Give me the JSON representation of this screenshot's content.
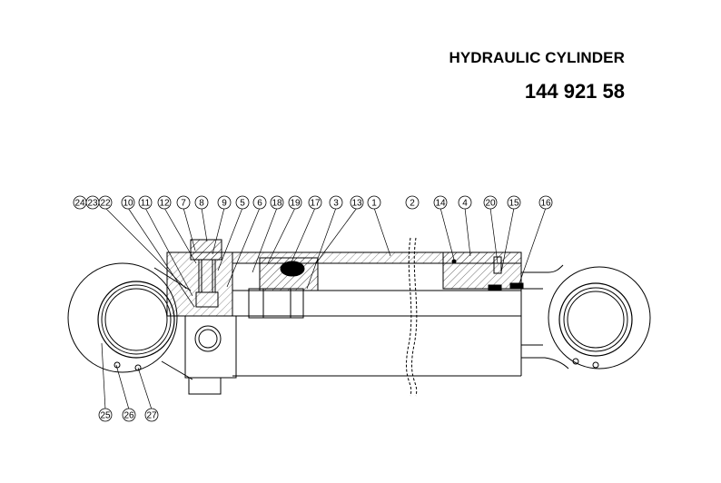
{
  "header": {
    "title": "HYDRAULIC CYLINDER",
    "part_number": "144 921 58"
  },
  "callouts_top": [
    "24",
    "23",
    "22",
    "10",
    "11",
    "12",
    "7",
    "8",
    "9",
    "5",
    "6",
    "18",
    "19",
    "17",
    "3",
    "13",
    "1",
    "2",
    "14",
    "4",
    "20",
    "15",
    "16"
  ],
  "callouts_bottom": [
    "25",
    "26",
    "27"
  ],
  "colors": {
    "line": "#000000",
    "background": "#ffffff"
  }
}
